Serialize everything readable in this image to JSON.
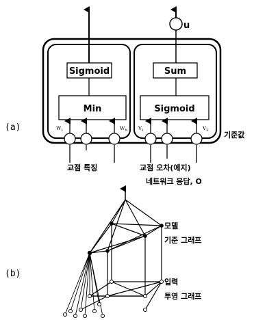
{
  "panel_a": {
    "label": "(a)",
    "left": {
      "top_box": "Sigmoid",
      "main_box": "Min",
      "input_w1": "W",
      "input_w1_sub": "1",
      "input_wn": "W",
      "input_wn_sub": "N",
      "caption": "교점 특징"
    },
    "right": {
      "output_label": "u",
      "top_box": "Sum",
      "main_box": "Sigmoid",
      "input_v1": "V",
      "input_v1_sub": "1",
      "input_ve": "V",
      "input_ve_sub": "E",
      "side_label": "기준값",
      "caption": "교점 오차(에지)",
      "response_label": "네트워크 응답, O"
    }
  },
  "panel_b": {
    "label": "(b)",
    "model_label_line1": "모델",
    "model_label_line2": "기준 그래프",
    "input_label_line1": "입력",
    "input_label_line2": "투영 그래프"
  }
}
